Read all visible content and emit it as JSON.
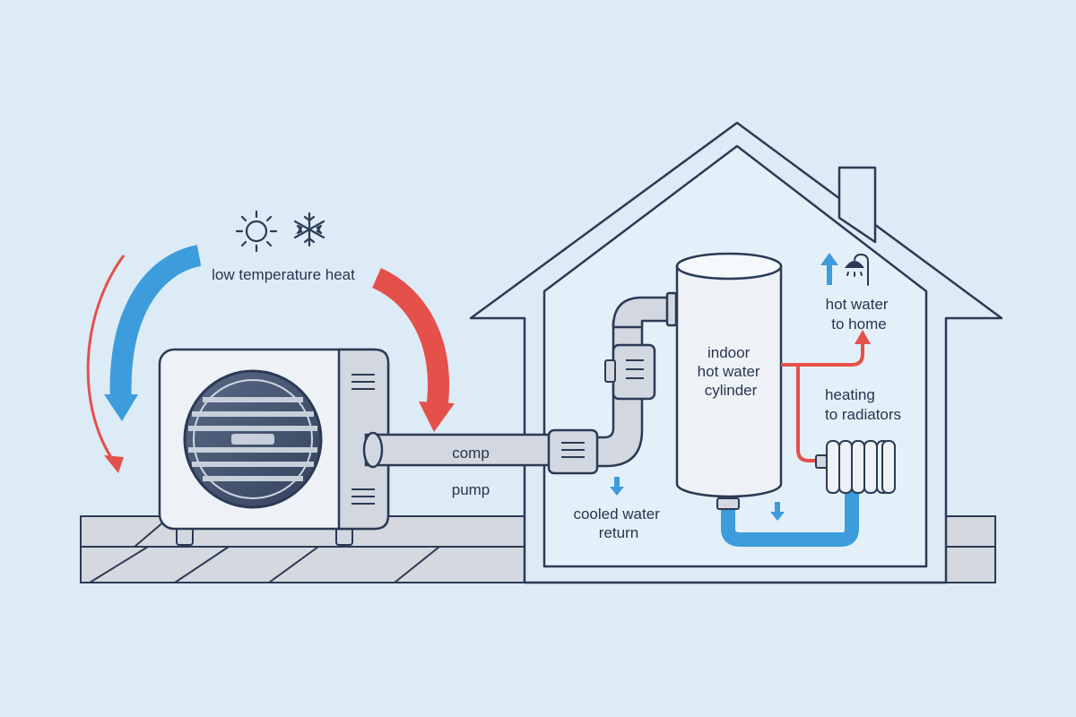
{
  "labels": {
    "low_temp_heat": "low temperature heat",
    "comp": "comp",
    "pump": "pump",
    "cooled_water": [
      "cooled water",
      "return"
    ],
    "cylinder": [
      "indoor",
      "hot water",
      "cylinder"
    ],
    "hot_water": [
      "hot water",
      "to home"
    ],
    "heating": [
      "heating",
      "to radiators"
    ]
  },
  "colors": {
    "background": "#dcebf6",
    "outline": "#2b3a55",
    "hot_flow": "#e5504a",
    "cold_flow": "#3d9cdc",
    "pipe": "#d3d8e0",
    "ground": "#d5d9df"
  },
  "icons": [
    "sun-icon",
    "snowflake-icon",
    "shower-icon"
  ]
}
